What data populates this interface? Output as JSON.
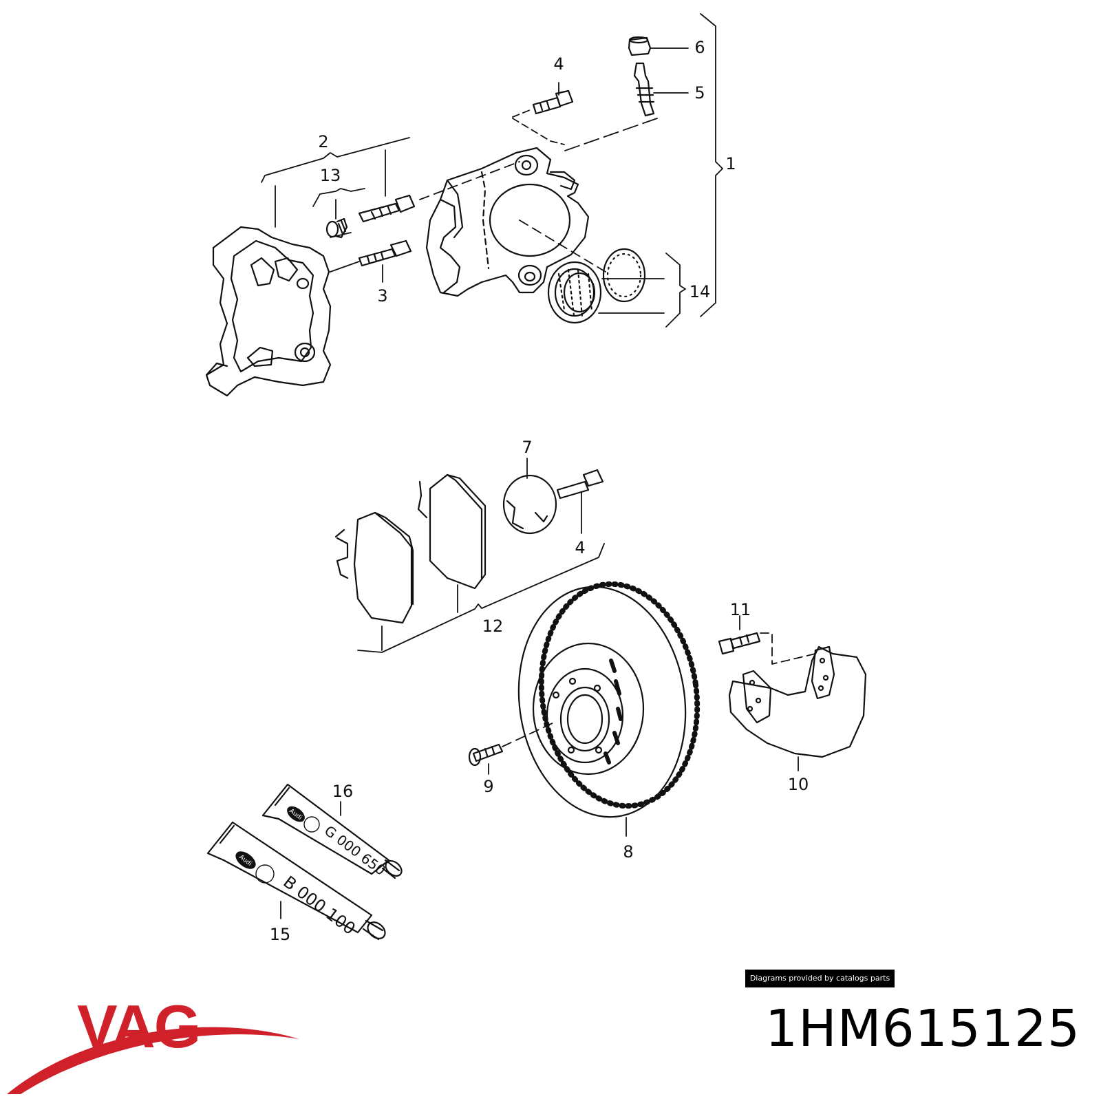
{
  "callouts": [
    {
      "id": "1",
      "text": "1"
    },
    {
      "id": "2",
      "text": "2"
    },
    {
      "id": "3",
      "text": "3"
    },
    {
      "id": "4a",
      "text": "4"
    },
    {
      "id": "4b",
      "text": "4"
    },
    {
      "id": "5",
      "text": "5"
    },
    {
      "id": "6",
      "text": "6"
    },
    {
      "id": "7",
      "text": "7"
    },
    {
      "id": "8",
      "text": "8"
    },
    {
      "id": "9",
      "text": "9"
    },
    {
      "id": "10",
      "text": "10"
    },
    {
      "id": "11",
      "text": "11"
    },
    {
      "id": "12",
      "text": "12"
    },
    {
      "id": "13",
      "text": "13"
    },
    {
      "id": "14",
      "text": "14"
    },
    {
      "id": "15",
      "text": "15"
    },
    {
      "id": "16",
      "text": "16"
    }
  ],
  "tubes": {
    "tube16": {
      "brand": "Audi",
      "code": "G 000 650"
    },
    "tube15": {
      "brand": "Audi",
      "code": "B 000 100"
    }
  },
  "credit": "Diagrams provided by catalogs parts",
  "brand": {
    "name": "VAG",
    "color": "#d0202a"
  },
  "part_number": "1HM615125"
}
